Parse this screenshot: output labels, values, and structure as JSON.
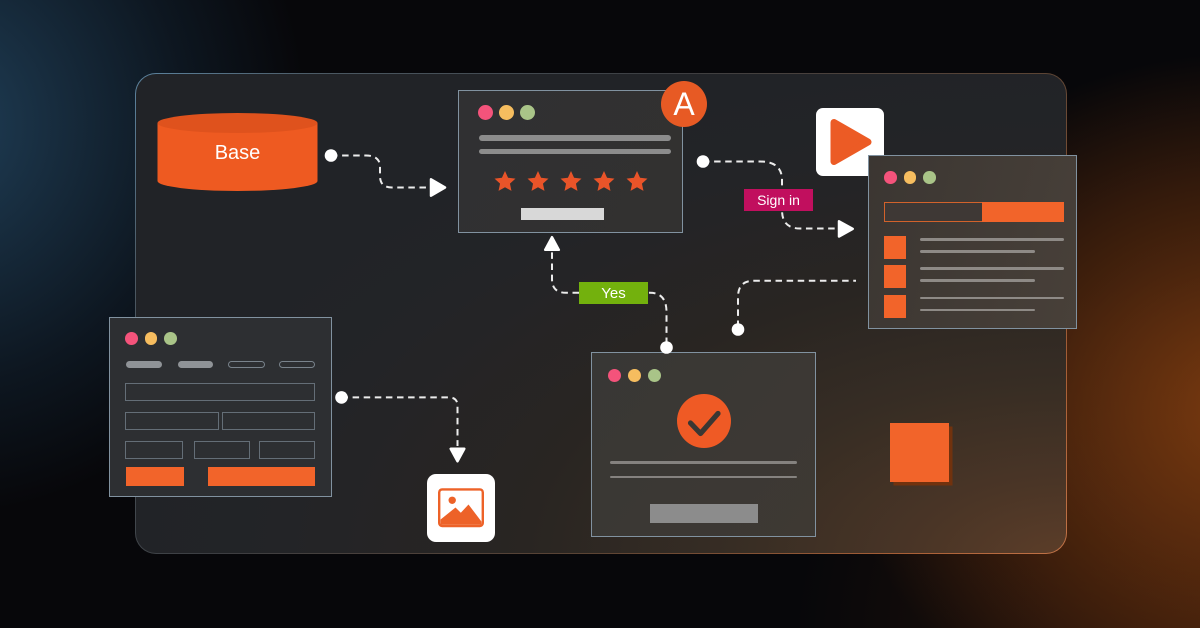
{
  "illustration": {
    "description": "workflow diagram of connected app windows on dark glass panel",
    "labels": {
      "database": "Base",
      "sign_in": "Sign in",
      "yes": "Yes",
      "badge": "A"
    },
    "review_window": {
      "star_count": 5
    },
    "progress_window": {
      "list_rows": 3
    },
    "colors": {
      "accent_orange": "#f2642a",
      "sign_in_pink": "#c10f5e",
      "yes_green": "#73b10d",
      "traffic_red": "#f4537b",
      "traffic_yellow": "#f6bd5f",
      "traffic_green": "#a9c488",
      "connector_white": "#ececec",
      "panel_border_blue": "#5c84a0",
      "panel_border_orange": "#c27347",
      "window_border": "#8192a0",
      "glow_blue": "#254a65",
      "glow_orange": "#9e4911"
    }
  }
}
